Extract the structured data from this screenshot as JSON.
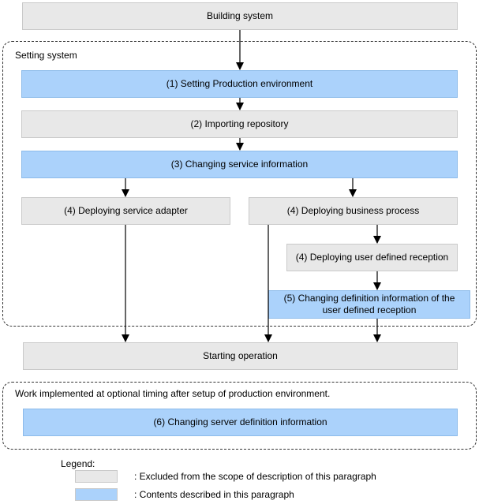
{
  "building_system": "Building system",
  "setting_system": {
    "title": "Setting system",
    "step1": "(1) Setting Production environment",
    "step2": "(2) Importing repository",
    "step3": "(3) Changing service information",
    "step4_adapter": "(4) Deploying service adapter",
    "step4_business": "(4) Deploying business process",
    "step4_reception": "(4) Deploying user defined reception",
    "step5_line1": "(5) Changing definition information of the",
    "step5_line2": "user defined reception"
  },
  "starting_operation": "Starting operation",
  "optional_work": {
    "title": "Work implemented at optional timing after setup of production environment.",
    "step6": "(6) Changing server definition information"
  },
  "legend": {
    "title": "Legend:",
    "grey_label": ": Excluded from the scope of description of this paragraph",
    "blue_label": ": Contents described in this paragraph"
  },
  "colors": {
    "excluded_fill": "#e8e8e8",
    "described_fill": "#abd2fb"
  }
}
